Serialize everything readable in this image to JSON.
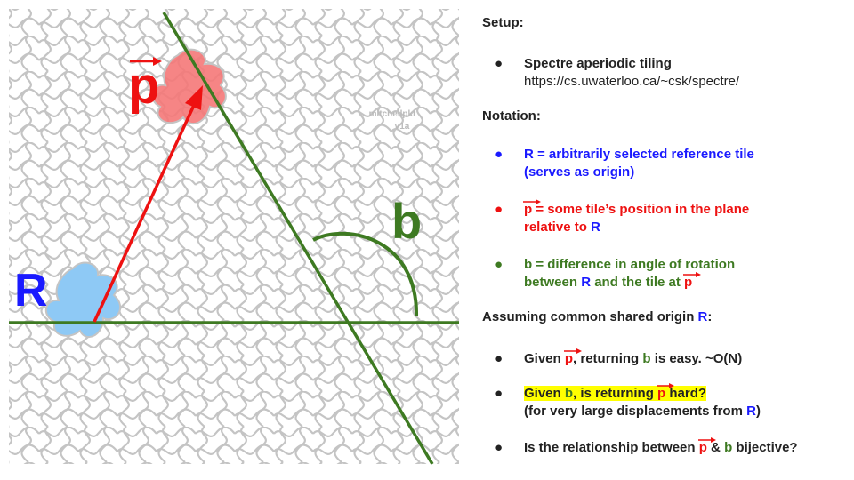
{
  "diagram": {
    "label_R": "R",
    "label_p": "p",
    "label_b": "b",
    "watermark_line1": "mitchellpkt",
    "watermark_line2": "v1a",
    "colors": {
      "tile_outline": "#c4c4c4",
      "tile_R": "#8ec9f5",
      "tile_p": "#f57878",
      "line_green": "#3e7a22",
      "vector_red": "#ee1111",
      "label_blue": "#1a1aff"
    }
  },
  "notes": {
    "setup_header": "Setup:",
    "setup_bullet_title": "Spectre aperiodic tiling",
    "setup_bullet_url": "https://cs.uwaterloo.ca/~csk/spectre/",
    "notation_header": "Notation:",
    "notation_R_line1": "R = arbitrarily selected reference tile",
    "notation_R_line2": "(serves as origin)",
    "notation_p_var": "p",
    "notation_p_line1_rest": " = some tile’s position in the plane",
    "notation_p_line2_a": "relative to ",
    "notation_p_line2_R": "R",
    "notation_b_line1": "b = difference in angle of rotation",
    "notation_b_line2_a": "between ",
    "notation_b_line2_R": "R",
    "notation_b_line2_b": " and the tile at ",
    "notation_b_line2_p": "p",
    "assume_header_a": "Assuming common shared origin ",
    "assume_header_R": "R",
    "assume_header_b": ":",
    "q1_a": "Given ",
    "q1_p": "p",
    "q1_b": ", returning ",
    "q1_bvar": "b",
    "q1_c": " is easy. ~O(N)",
    "q2_a": "Given ",
    "q2_bvar": "b",
    "q2_b": ", is returning ",
    "q2_p": "p",
    "q2_c": " hard?",
    "q2_line2_a": "(for very large displacements from ",
    "q2_line2_R": "R",
    "q2_line2_b": ")",
    "q3_a": "Is the relationship between ",
    "q3_p": "p",
    "q3_b": " & ",
    "q3_bvar": "b",
    "q3_c": " bijective?",
    "bullet_glyph": "●"
  }
}
